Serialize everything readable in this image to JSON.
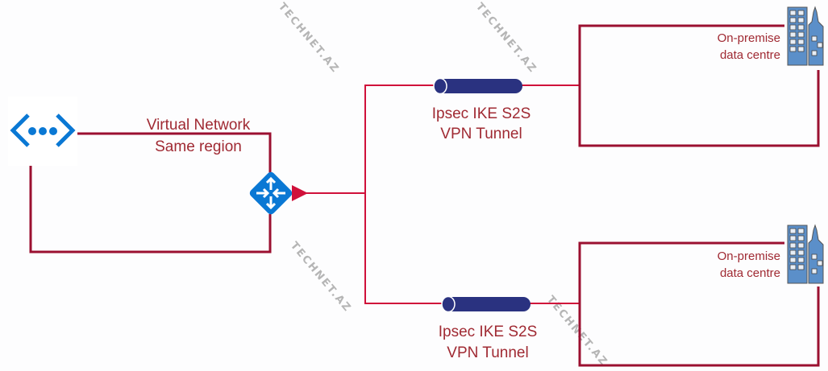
{
  "diagram": {
    "vnet": {
      "title": "Virtual Network",
      "subtitle": "Same region",
      "icon": "virtual-network-icon"
    },
    "router": {
      "icon": "vpn-gateway-router-icon"
    },
    "tunnels": [
      {
        "line1": "Ipsec IKE S2S",
        "line2": "VPN Tunnel"
      },
      {
        "line1": "Ipsec IKE S2S",
        "line2": "VPN Tunnel"
      }
    ],
    "sites": [
      {
        "line1": "On-premise",
        "line2": "data centre",
        "icon": "building-icon"
      },
      {
        "line1": "On-premise",
        "line2": "data centre",
        "icon": "building-icon"
      }
    ],
    "watermark": "TECHNET.AZ",
    "colors": {
      "box_line": "#9b1030",
      "link_line": "#d0103a",
      "text": "#a02a33",
      "azure_blue": "#0a78d4",
      "tunnel": "#2a3280",
      "building": "#5b8fc9"
    }
  }
}
